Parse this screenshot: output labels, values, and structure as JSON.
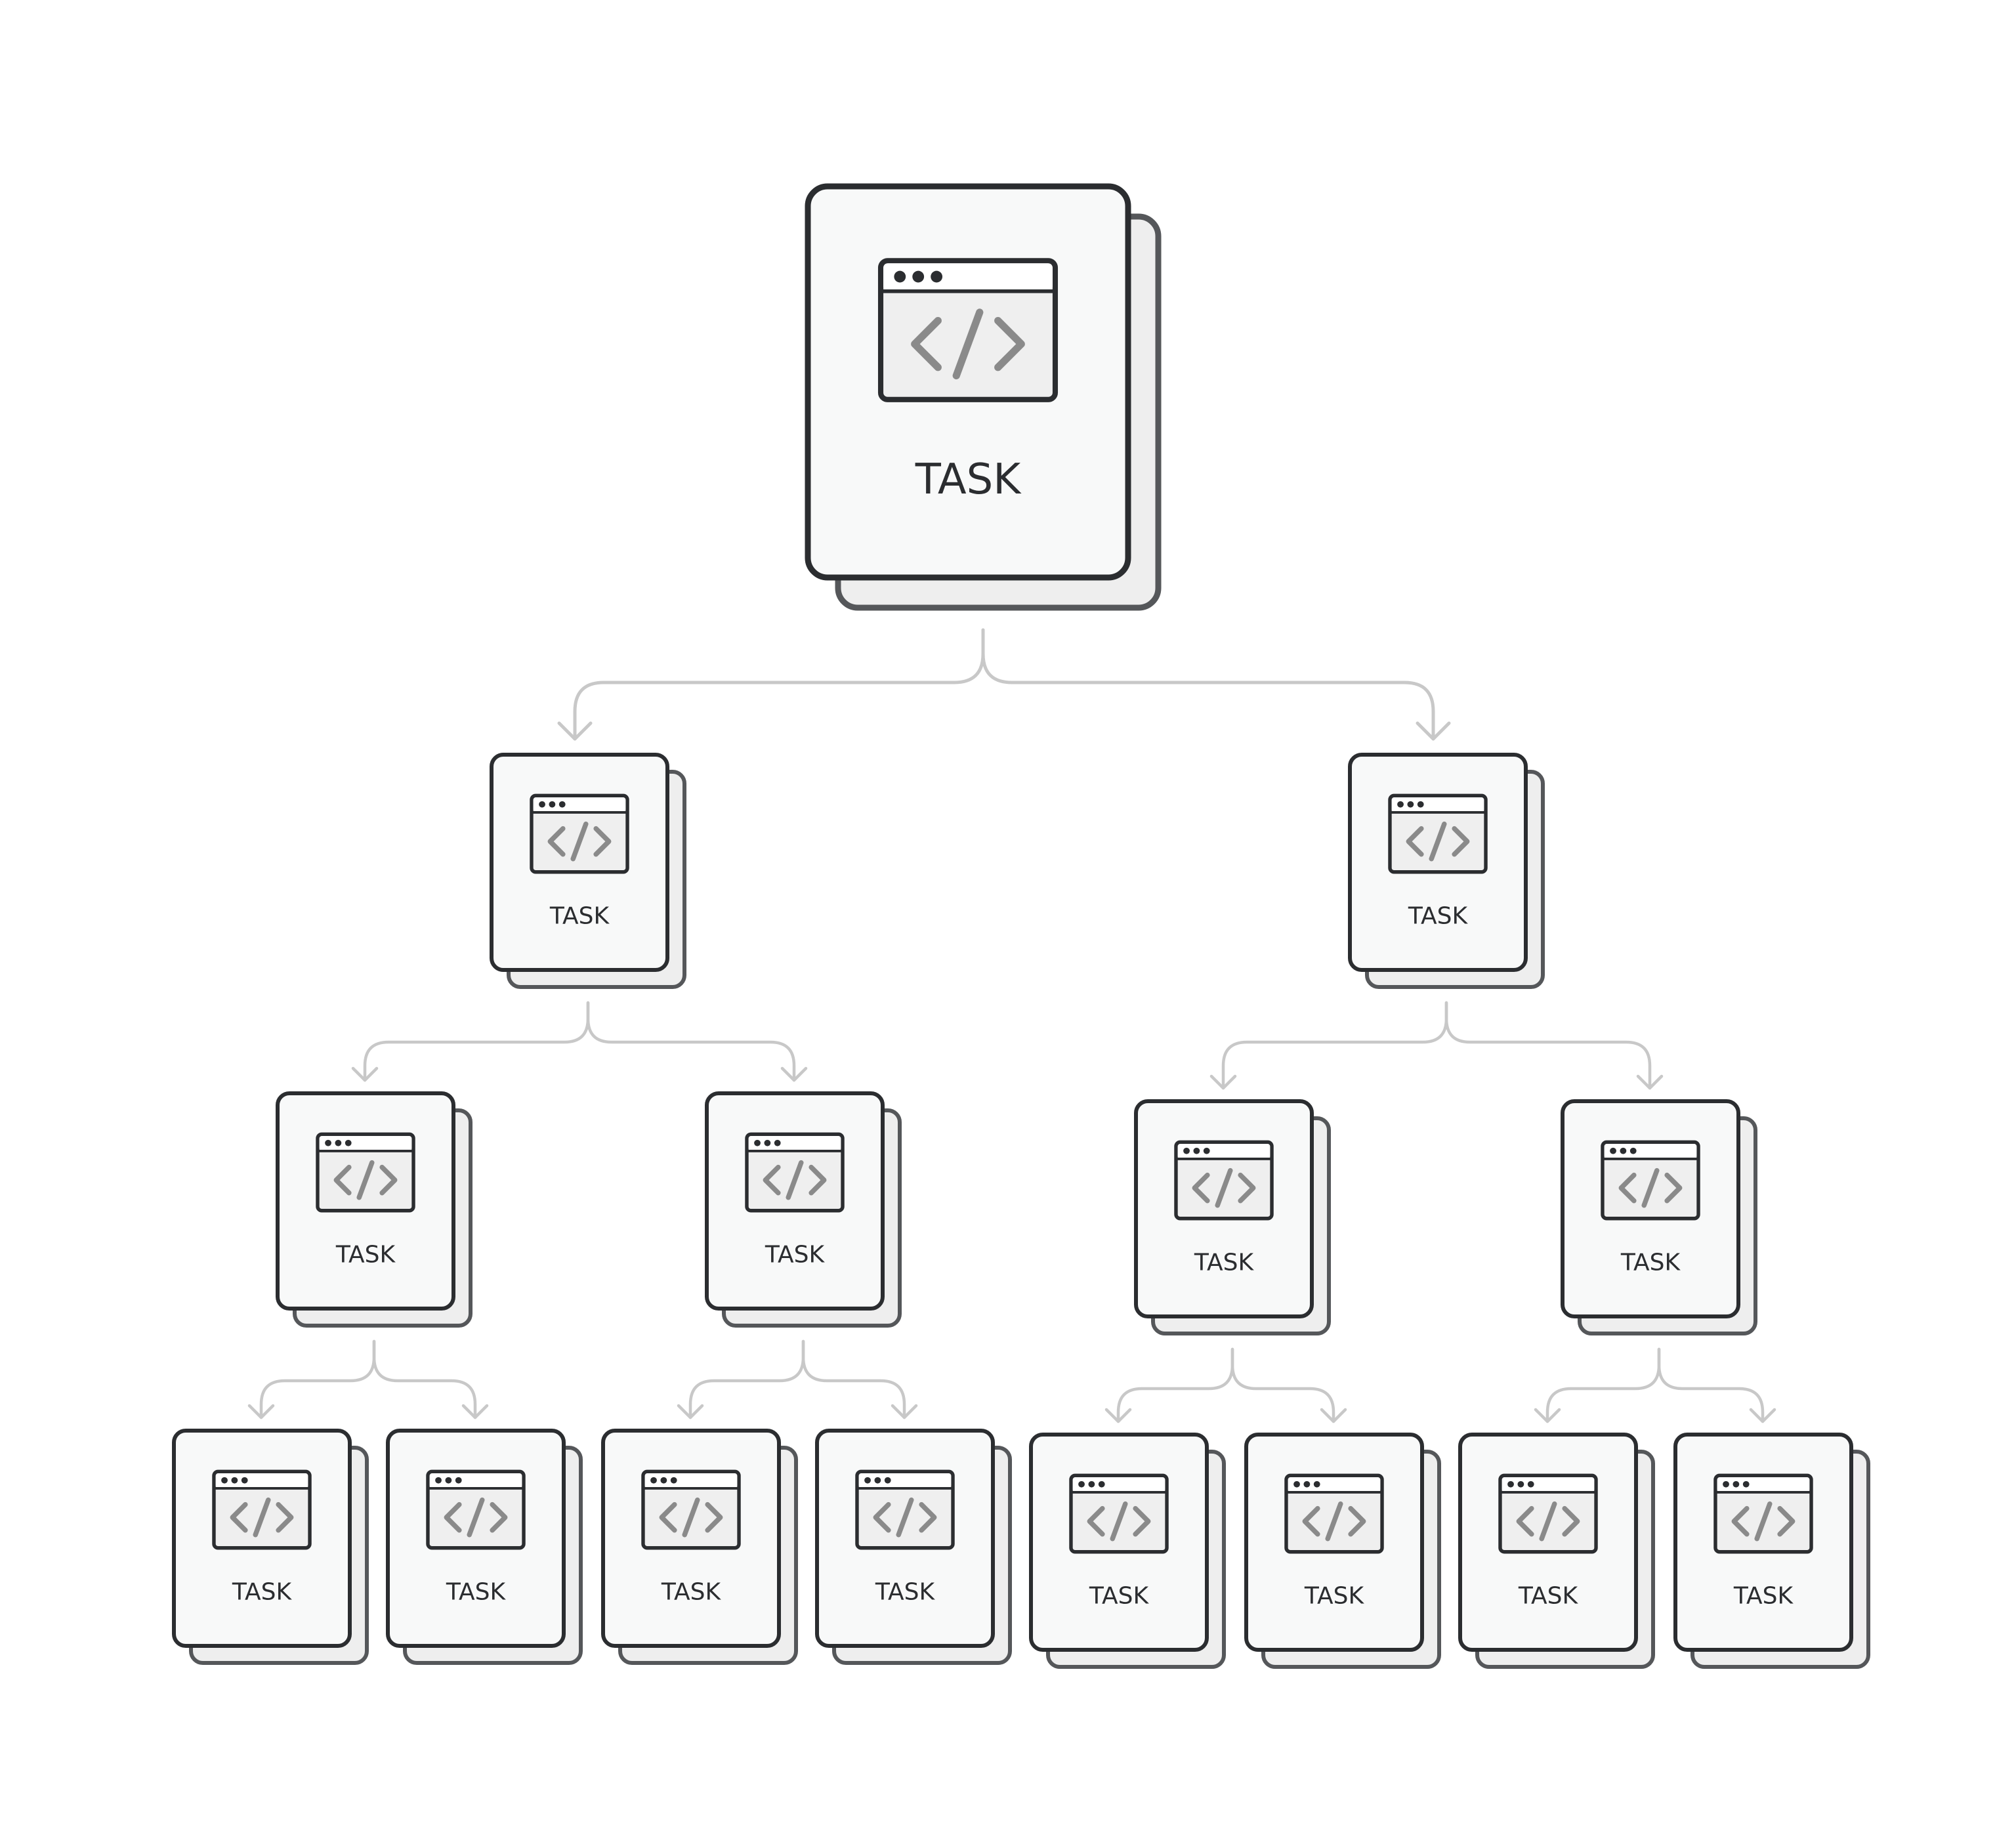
{
  "diagram": {
    "root": {
      "label": "TASK",
      "icon": "code-window-icon",
      "children": [
        {
          "label": "TASK",
          "icon": "code-window-icon",
          "children": [
            {
              "label": "TASK",
              "icon": "code-window-icon",
              "children": [
                {
                  "label": "TASK",
                  "icon": "code-window-icon"
                },
                {
                  "label": "TASK",
                  "icon": "code-window-icon"
                }
              ]
            },
            {
              "label": "TASK",
              "icon": "code-window-icon",
              "children": [
                {
                  "label": "TASK",
                  "icon": "code-window-icon"
                },
                {
                  "label": "TASK",
                  "icon": "code-window-icon"
                }
              ]
            }
          ]
        },
        {
          "label": "TASK",
          "icon": "code-window-icon",
          "children": [
            {
              "label": "TASK",
              "icon": "code-window-icon",
              "children": [
                {
                  "label": "TASK",
                  "icon": "code-window-icon"
                },
                {
                  "label": "TASK",
                  "icon": "code-window-icon"
                }
              ]
            },
            {
              "label": "TASK",
              "icon": "code-window-icon",
              "children": [
                {
                  "label": "TASK",
                  "icon": "code-window-icon"
                },
                {
                  "label": "TASK",
                  "icon": "code-window-icon"
                }
              ]
            }
          ]
        }
      ]
    },
    "colors": {
      "background": "#ffffff",
      "card_fill": "#f8f9f9",
      "card_stroke": "#2b2d30",
      "shadow_fill": "#eeeeee",
      "shadow_stroke": "#55575a",
      "icon_fill": "#efefef",
      "code_glyph": "#8a8a8a",
      "connector": "#c8c8c8"
    }
  }
}
